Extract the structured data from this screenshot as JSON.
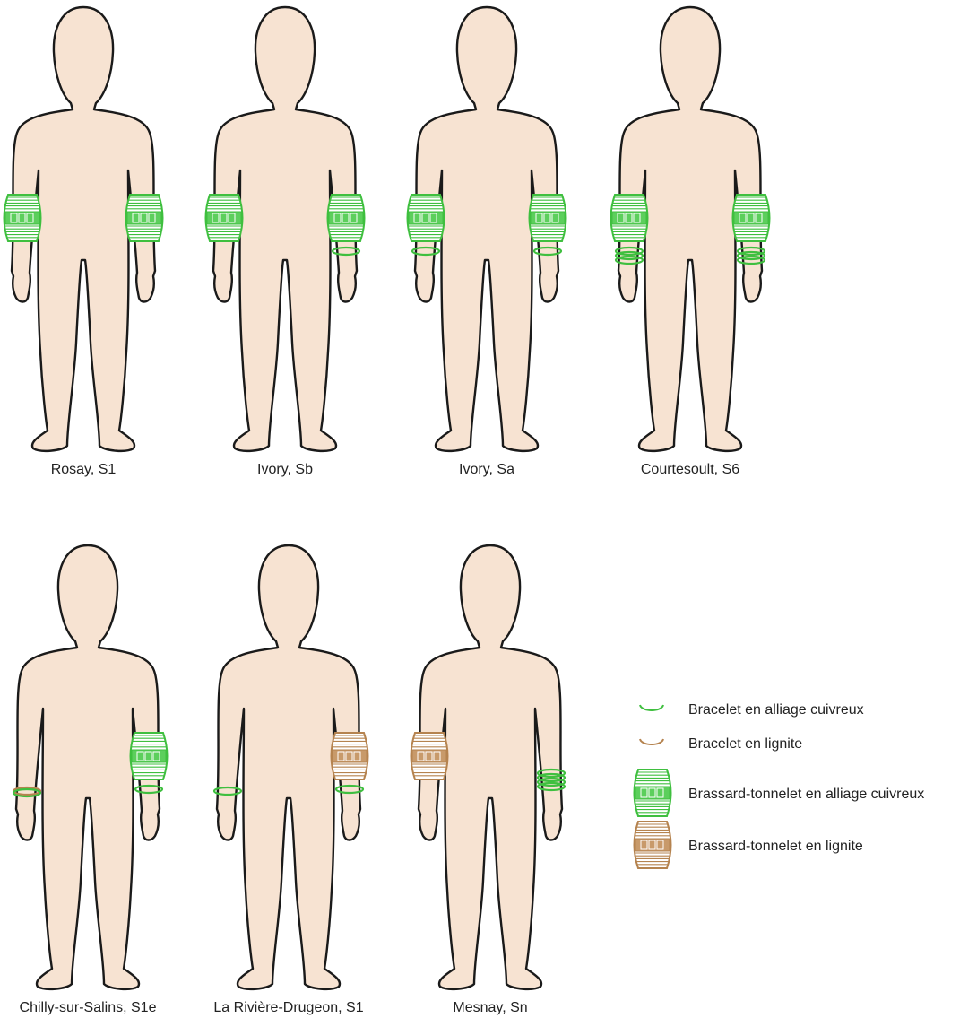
{
  "colors": {
    "skin": "#f7e3d2",
    "outline": "#1a1a1a",
    "copper_alloy": "#3fbf3f",
    "copper_alloy_fill": "#5ccf5c",
    "lignite": "#b5834f",
    "lignite_fill": "#c89a6a"
  },
  "figures": [
    {
      "label": "Rosay, S1",
      "left": [
        {
          "type": "brassard",
          "material": "copper_alloy"
        }
      ],
      "right": [
        {
          "type": "brassard",
          "material": "copper_alloy"
        }
      ]
    },
    {
      "label": "Ivory, Sb",
      "left": [
        {
          "type": "brassard",
          "material": "copper_alloy"
        }
      ],
      "right": [
        {
          "type": "brassard",
          "material": "copper_alloy"
        },
        {
          "type": "bracelets",
          "material": "copper_alloy",
          "count": 1
        }
      ]
    },
    {
      "label": "Ivory, Sa",
      "left": [
        {
          "type": "brassard",
          "material": "copper_alloy"
        },
        {
          "type": "bracelets",
          "material": "copper_alloy",
          "count": 1
        }
      ],
      "right": [
        {
          "type": "brassard",
          "material": "copper_alloy"
        },
        {
          "type": "bracelets",
          "material": "copper_alloy",
          "count": 1
        }
      ]
    },
    {
      "label": "Courtesoult, S6",
      "left": [
        {
          "type": "brassard",
          "material": "copper_alloy"
        },
        {
          "type": "bracelets",
          "material": "copper_alloy",
          "count": 3
        }
      ],
      "right": [
        {
          "type": "brassard",
          "material": "copper_alloy"
        },
        {
          "type": "bracelets",
          "material": "copper_alloy",
          "count": 3
        }
      ]
    },
    {
      "label": "Chilly-sur-Salins, S1e",
      "left": [
        {
          "type": "bracelets",
          "material": "lignite",
          "count": 1,
          "low": true
        },
        {
          "type": "bracelets",
          "material": "copper_alloy",
          "count": 1,
          "low": true
        }
      ],
      "right": [
        {
          "type": "brassard",
          "material": "copper_alloy"
        },
        {
          "type": "bracelets",
          "material": "copper_alloy",
          "count": 1
        }
      ]
    },
    {
      "label": "La Rivière-Drugeon, S1",
      "left": [
        {
          "type": "bracelets",
          "material": "copper_alloy",
          "count": 1,
          "low": true
        }
      ],
      "right": [
        {
          "type": "brassard",
          "material": "lignite"
        },
        {
          "type": "bracelets",
          "material": "copper_alloy",
          "count": 1
        }
      ]
    },
    {
      "label": "Mesnay, Sn",
      "left": [
        {
          "type": "brassard",
          "material": "lignite"
        }
      ],
      "right": [
        {
          "type": "bracelets",
          "material": "copper_alloy",
          "count": 4,
          "mid": true
        }
      ]
    }
  ],
  "legend": [
    {
      "type": "bracelet",
      "material": "copper_alloy",
      "label": "Bracelet en alliage cuivreux"
    },
    {
      "type": "bracelet",
      "material": "lignite",
      "label": "Bracelet en lignite"
    },
    {
      "type": "brassard",
      "material": "copper_alloy",
      "label": "Brassard-tonnelet en alliage cuivreux"
    },
    {
      "type": "brassard",
      "material": "lignite",
      "label": "Brassard-tonnelet en lignite"
    }
  ]
}
